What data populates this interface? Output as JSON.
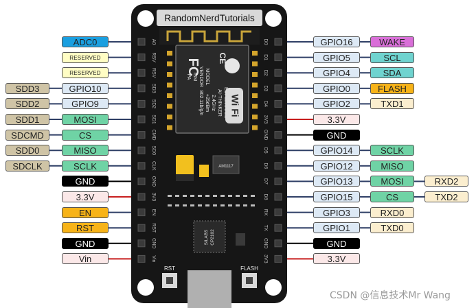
{
  "board": {
    "brand": "RandomNerdTutorials",
    "module_model_lines": [
      "MODEL",
      "VENDOR",
      "ISM",
      "PA"
    ],
    "module_fc": "FC",
    "module_ce": "CE",
    "module_chip_lines": [
      "ESP8266MOD",
      "AI-THINKER",
      "2.4GHz",
      "+25dBm"
    ],
    "module_proto": "802.11b/g/n",
    "wifi_text": "Wi Fi",
    "regulator_text": "AM1117",
    "usb_chip_lines": [
      "SILABS",
      "CP2102"
    ],
    "rst_label": "RST",
    "flash_label": "FLASH",
    "left_header_pins": [
      "A0",
      "RSV",
      "RSV",
      "SD3",
      "SD2",
      "SD1",
      "CMD",
      "SD0",
      "CLK",
      "GND",
      "3V3",
      "EN",
      "RST",
      "GND",
      "Vin"
    ],
    "right_header_pins": [
      "D0",
      "D1",
      "D2",
      "D3",
      "D4",
      "3V3",
      "GND",
      "D5",
      "D6",
      "D7",
      "D8",
      "RX",
      "TX",
      "GND",
      "3V3"
    ]
  },
  "colors": {
    "adc": "#1a9fe0",
    "reserved": "#fffdc4",
    "sdio": "#cfc4a6",
    "gpio": "#dde9f5",
    "spi": "#6fd3a5",
    "gnd": "#000000",
    "power": "#fbe8e8",
    "control": "#f7b318",
    "wake": "#d96fd8",
    "i2c": "#6fd3cf",
    "uart": "#fbeecf",
    "board": "#161616",
    "wire": "#2f3f66",
    "power_wire": "#c81e1e",
    "gnd_wire": "#000000"
  },
  "pin_labels": {
    "left": [
      {
        "gpio": "ADC0",
        "kind": "adc"
      },
      {
        "gpio": "RESERVED",
        "kind": "reserved"
      },
      {
        "gpio": "RESERVED",
        "kind": "reserved"
      },
      {
        "alt": "SDD3",
        "gpio": "GPIO10",
        "kind": "gpio"
      },
      {
        "alt": "SDD2",
        "gpio": "GPIO9",
        "kind": "gpio"
      },
      {
        "alt": "SDD1",
        "gpio": "MOSI",
        "kind": "spi"
      },
      {
        "alt": "SDCMD",
        "gpio": "CS",
        "kind": "spi"
      },
      {
        "alt": "SDD0",
        "gpio": "MISO",
        "kind": "spi"
      },
      {
        "alt": "SDCLK",
        "gpio": "SCLK",
        "kind": "spi"
      },
      {
        "gpio": "GND",
        "kind": "gnd"
      },
      {
        "gpio": "3.3V",
        "kind": "power"
      },
      {
        "gpio": "EN",
        "kind": "control"
      },
      {
        "gpio": "RST",
        "kind": "control"
      },
      {
        "gpio": "GND",
        "kind": "gnd"
      },
      {
        "gpio": "Vin",
        "kind": "power"
      }
    ],
    "right": [
      {
        "gpio": "GPIO16",
        "f1": "WAKE",
        "f1kind": "wake"
      },
      {
        "gpio": "GPIO5",
        "f1": "SCL",
        "f1kind": "i2c"
      },
      {
        "gpio": "GPIO4",
        "f1": "SDA",
        "f1kind": "i2c"
      },
      {
        "gpio": "GPIO0",
        "f1": "FLASH",
        "f1kind": "control"
      },
      {
        "gpio": "GPIO2",
        "f1": "TXD1",
        "f1kind": "uart"
      },
      {
        "gpio": "3.3V",
        "kind": "power"
      },
      {
        "gpio": "GND",
        "kind": "gnd"
      },
      {
        "gpio": "GPIO14",
        "f1": "SCLK",
        "f1kind": "spi"
      },
      {
        "gpio": "GPIO12",
        "f1": "MISO",
        "f1kind": "spi"
      },
      {
        "gpio": "GPIO13",
        "f1": "MOSI",
        "f1kind": "spi",
        "f2": "RXD2",
        "f2kind": "uart"
      },
      {
        "gpio": "GPIO15",
        "f1": "CS",
        "f1kind": "spi",
        "f2": "TXD2",
        "f2kind": "uart"
      },
      {
        "gpio": "GPIO3",
        "f1": "RXD0",
        "f1kind": "uart"
      },
      {
        "gpio": "GPIO1",
        "f1": "TXD0",
        "f1kind": "uart"
      },
      {
        "gpio": "GND",
        "kind": "gnd"
      },
      {
        "gpio": "3.3V",
        "kind": "power"
      }
    ]
  },
  "credit": "CSDN @信息技术Mr Wang"
}
